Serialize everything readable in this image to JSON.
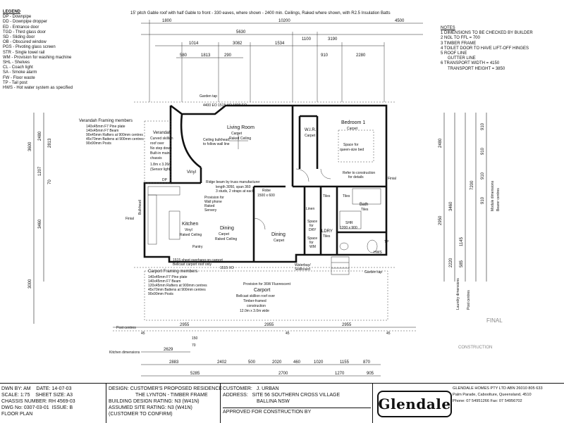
{
  "header_note": "15' pitch Gable roof with half Gable to front - 330 eaves, where shown - 2400 min. Ceilings, Raked where shown, with R2.5 Insulation Batts",
  "legend": {
    "title": "LEGEND",
    "items": [
      "DP - Downpipe",
      "DD - Downpipe dropper",
      "ED - Entrance door",
      "TGD - Third glass door",
      "SD - Sliding door",
      "OB - Obscured window",
      "PGS - Pivoting glass screen",
      "STR - Single towel rail",
      "WM - Provision for washing machine",
      "SHL - Shelves",
      "CL - Coach light",
      "SA - Smoke alarm",
      "FW - Floor waste",
      "TP - Tail post",
      "HWS - Hot water system as specified"
    ]
  },
  "notes": {
    "title": "NOTES",
    "items": [
      "1 DIMENSIONS TO BE CHECKED BY BUILDER",
      "2 NGL TO FFL = 700",
      "3 TIMBER FRAME",
      "4 TOILET DOOR TO HAVE LIFT-OFF HINGES",
      "5 ROOF LINE",
      "GUTTER LINE",
      "6 TRANSPORT WIDTH = 4150",
      "TRANSPORT HEIGHT = 3850"
    ]
  },
  "dims_top": {
    "overall": "10200",
    "row1": [
      "1800",
      "4500"
    ],
    "row2": [
      "5630",
      "1100",
      "3190"
    ],
    "row3": [
      "1014",
      "3082",
      "1534",
      "910",
      "2280"
    ],
    "row4": [
      "580",
      "1813",
      "290"
    ]
  },
  "dims_bottom": {
    "row1": [
      "2955",
      "2955",
      "2955"
    ],
    "row2": [
      "2629"
    ],
    "row3": [
      "2883",
      "2402",
      "500",
      "2020",
      "460",
      "1020",
      "1155",
      "870"
    ],
    "row4": [
      "5285",
      "2700",
      "1270",
      "905"
    ],
    "tiny": [
      "150",
      "70",
      "45",
      "45",
      "45"
    ],
    "label_post": "Post centres",
    "label_kitchen": "Kitchen dimensions"
  },
  "dims_left": [
    "3600",
    "2480",
    "2813",
    "1207",
    "3460",
    "3000",
    "70"
  ],
  "dims_right": [
    "2480",
    "3460",
    "7200",
    "910",
    "910",
    "910",
    "910",
    "2950",
    "1145",
    "585",
    "2220"
  ],
  "dims_right_labels": [
    "Laundry dimensions",
    "Post centres",
    "Module dimensions",
    "Bearer centres"
  ],
  "rooms": {
    "living": "Living Room",
    "living_sub": "Carpet\nRaked Ceiling",
    "bed1": "Bedroom 1",
    "bed1_sub": "Carpet",
    "wir": "W.I.R.",
    "wir_sub": "Carpet",
    "kitchen": "Kitchen",
    "kitchen_sub": "Vinyl\nRaked Ceiling",
    "dining1": "Dining",
    "dining1_sub": "Carpet\nRaked Ceiling",
    "dining2": "Dining",
    "dining2_sub": "Carpet",
    "verandah": "Verandah",
    "verandah_sub": "Curved skillion roof over\nNo step down\nBuilt-in main\nchassis",
    "verandah_size": "1.8m x 3.26m\n(Sensor light)",
    "bath": "Bath",
    "bath_sub": "Tiles",
    "ldry": "LDRY",
    "ldry_sub": "Tiles",
    "robe": "Robe\n1500 x 600",
    "linen": "Linen",
    "carport": "Carport",
    "carport_sub": "Bellcast skillion roof over\nTimber-framed\nconstruction\n12.0m x 3.0m wide",
    "vinyl": "Vinyl",
    "pantry": "Pantry",
    "tiles": "Tiles"
  },
  "annotations": {
    "verandah_framing_title": "Verandah Framing members",
    "verandah_framing": "140x45mm F7 Pine plate\n140x45mm F7 Beam\n90x45mm Rafters at 900mm centres\n45x70mm Battens at 900mm centres\n90x90mm Posts",
    "carport_framing_title": "Carport Framing members",
    "carport_framing": "140x45mm F7 Pine plate\n140x45mm F7 Beam\n120x45mm Rafters at 900mm centres\n45x70mm Battens at 900mm centres\n90x90mm Posts",
    "ceiling_bulkhead": "Ceiling bulkhead\nto follow wall line",
    "ridge_beam": "Ridge beam by truss manufacturer",
    "ridge_detail": "length 3050, span 360\n3 studs, 2 straps at each",
    "garden_tap_1": "Garden tap",
    "garden_tap_2": "Garden tap",
    "refer_construction": "Refer to construction\nfor details",
    "space_bed": "Space for\nqueen-size bed",
    "provision_phone": "Provision for\nWall phone\nRaked\nServery",
    "sheet_overhang": "1515 sheet overhang on carport\nBellcast carport roof only",
    "sheet_dim": "1515 XO",
    "flashing": "Provision for 36W Fluorescent",
    "waterbay": "Waterbay/\nSkillboard",
    "shr": "SHR\n1200 x 900",
    "finial_left": "Finial",
    "finial_right": "Finial",
    "bulkhead": "Bulkhead",
    "dp": "DP",
    "hws": "HWS",
    "tp": "TP",
    "space_dryer": "Space\nfor\nDRY",
    "space_wm": "Space\nfor\nWM",
    "top_label": "4400 EO  1515 XO  1800 EO",
    "stamp": "FINAL",
    "stamp2": "CONSTRUCTION"
  },
  "titleblock": {
    "drawn_by": "DWN BY: AM",
    "date": "DATE: 14-07-03",
    "scale": "SCALE: 1:75",
    "sheet_size": "SHEET SIZE: A3",
    "chassis": "CHASSIS NUMBER: RH 4569-03",
    "dwg_no": "DWG No: 0307-03-01",
    "issue": "ISSUE: B",
    "floor_plan": "FLOOR PLAN",
    "design_label": "DESIGN:",
    "design_value": "CUSTOMER'S PROPOSED RESIDENCE\nTHE LYNTON - TIMBER FRAME",
    "building_rating": "BUILDING DESIGN RATING: N3 (W41N)",
    "assumed_rating": "ASSUMED SITE RATING: N3 (W41N)",
    "confirm": "(CUSTOMER TO CONFIRM)",
    "customer_label": "CUSTOMER:",
    "customer_value": "J. URBAN",
    "address_label": "ADDRESS:",
    "address_value": "SITE 56 SOUTHERN CROSS VILLAGE\nBALLINA NSW",
    "approved": "APPROVED FOR CONSTRUCTION BY",
    "company": "GLENDALE HOMES PTY LTD  ABN 26010 805 633",
    "company_addr": "Palm Parade, Caboolture, Queensland, 4510",
    "phone": "Phone: 07 54951266    Fax: 07 54956702",
    "logo": "Glendale"
  }
}
